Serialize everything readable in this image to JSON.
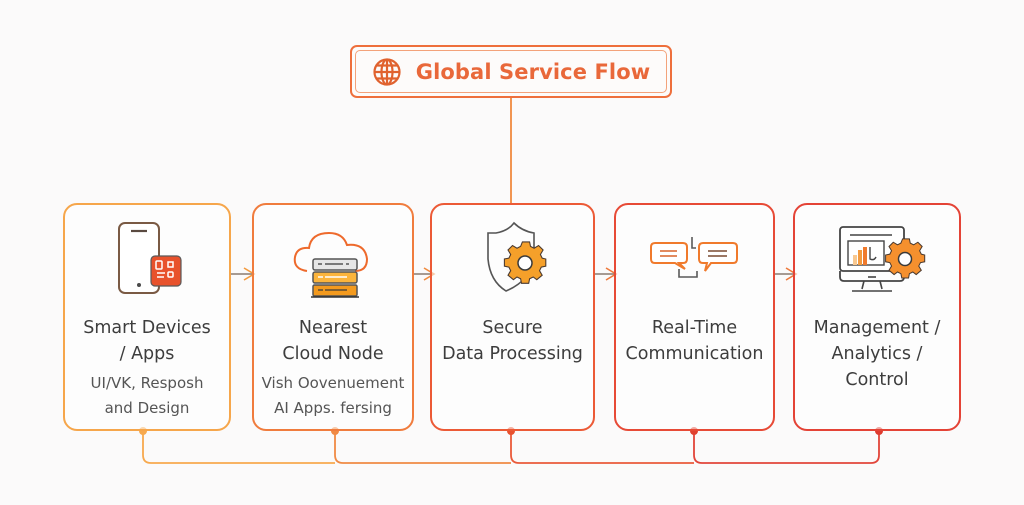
{
  "header": {
    "title": "Global Service Flow",
    "icon": "globe-icon"
  },
  "colors": {
    "background": "#fbfafa",
    "title_accent": "#e9683a",
    "stage_borders": [
      "#f6a64b",
      "#f07c3d",
      "#ec5a36",
      "#e74a36",
      "#e44336"
    ],
    "icon_orange": "#f39a2e",
    "icon_dark": "#4a4a4a"
  },
  "stages": [
    {
      "title_line1": "Smart Devices",
      "title_line2": "/ Apps",
      "subtitle_line1": "UI/VK, Resposh",
      "subtitle_line2": "and Design",
      "icon": "smartphone-app-icon"
    },
    {
      "title_line1": "Nearest",
      "title_line2": "Cloud Node",
      "subtitle_line1": "Vish Oovenuement",
      "subtitle_line2": "AI Apps. fersing",
      "icon": "cloud-server-icon"
    },
    {
      "title_line1": "Secure",
      "title_line2": "Data Processing",
      "subtitle_line1": "",
      "subtitle_line2": "",
      "icon": "shield-gear-icon"
    },
    {
      "title_line1": "Real-Time",
      "title_line2": "Communication",
      "subtitle_line1": "",
      "subtitle_line2": "",
      "icon": "chat-bubbles-icon"
    },
    {
      "title_line1": "Management /",
      "title_line2": "Analytics / Control",
      "subtitle_line1": "",
      "subtitle_line2": "",
      "icon": "monitor-gear-icon"
    }
  ],
  "connections": {
    "flow_arrows": [
      "stage-1 to stage-2",
      "stage-2 to stage-3",
      "stage-3 to stage-4",
      "stage-4 to stage-5"
    ],
    "title_link": "title to stage-3",
    "bottom_links": [
      "stage-1 to stage-2",
      "stage-2 to stage-3",
      "stage-3 to stage-4",
      "stage-4 to stage-5"
    ]
  }
}
